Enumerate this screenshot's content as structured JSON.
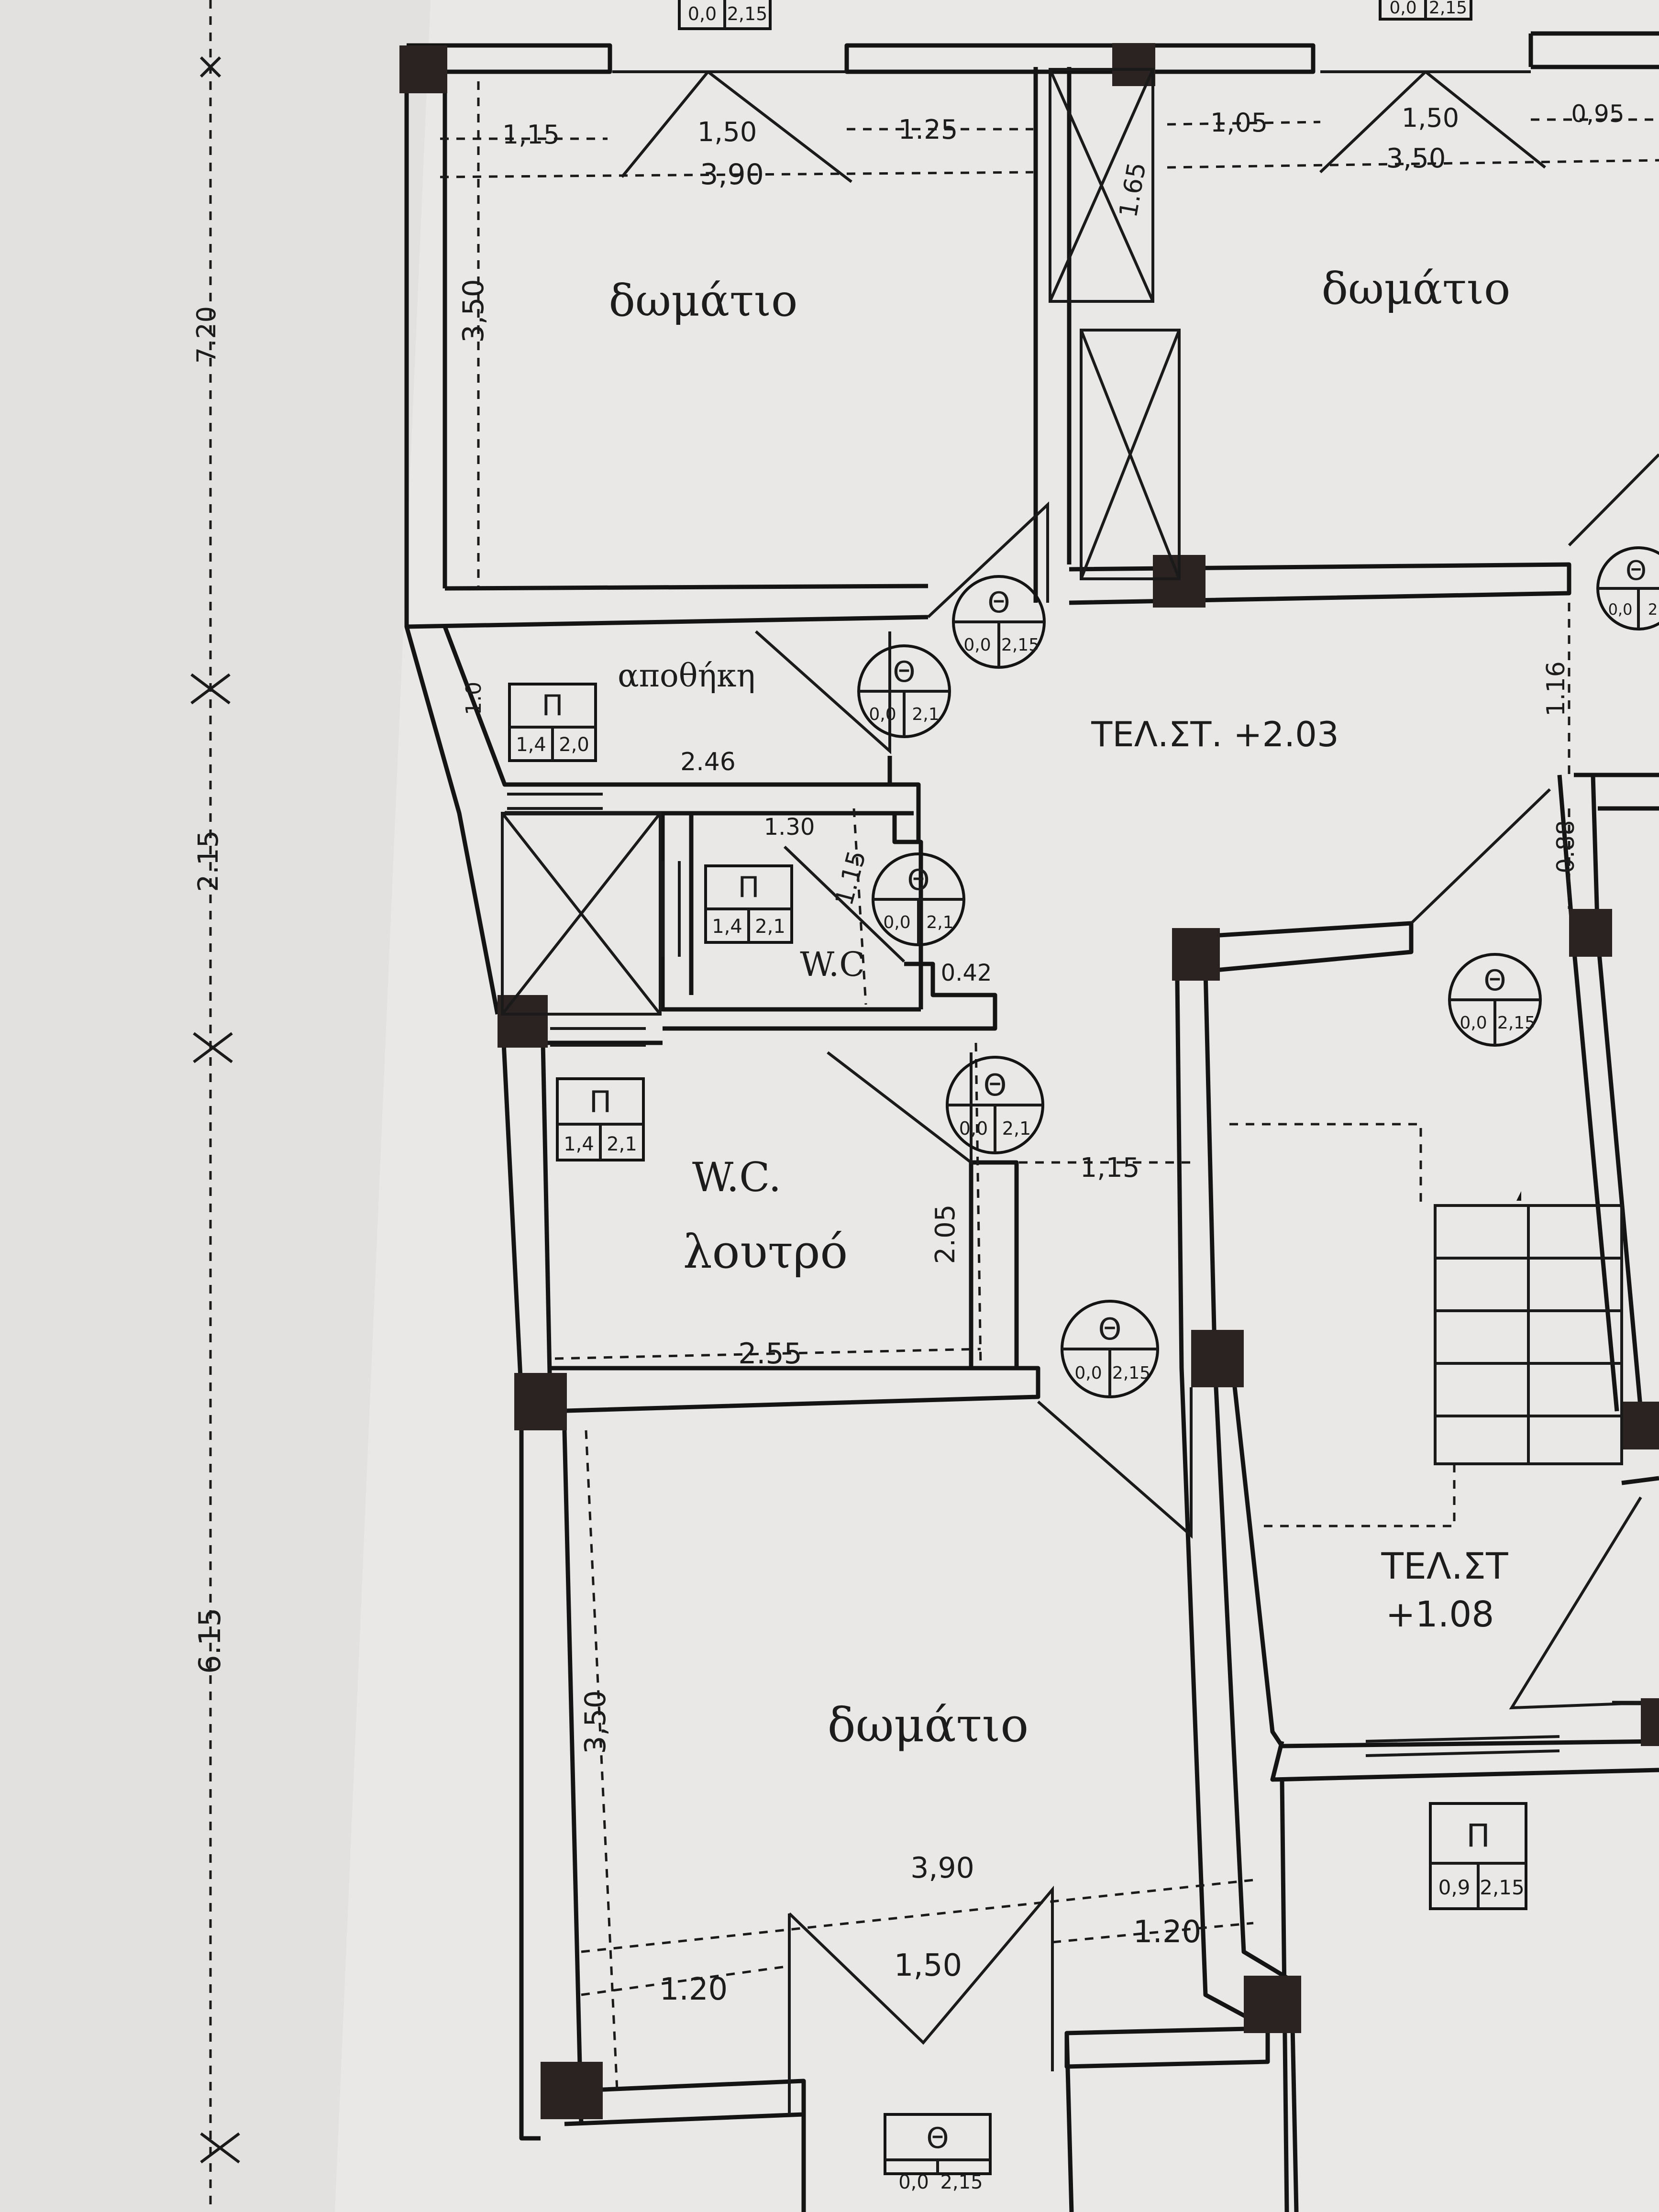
{
  "rooms": {
    "room_top_left": "δωμάτιο",
    "room_top_right": "δωμάτιο",
    "room_bottom": "δωμάτιο",
    "storage": "αποθήκη",
    "wc_small": "W.C",
    "wc_bath_line1": "W.C.",
    "wc_bath_line2": "λουτρό"
  },
  "levels": {
    "upper": "ΤΕΛ.ΣΤ. +2.03",
    "lower_line1": "ΤΕΛ.ΣΤ",
    "lower_line2": "+1.08"
  },
  "dimensions": {
    "d115_top": "1,15",
    "d150_top_left": "1,50",
    "d125_top": "1.25",
    "d390_top": "3,90",
    "d165": "1.65",
    "d105": "1,05",
    "d150_top_right": "1,50",
    "d095": "0,95",
    "d350_top_right": "3,50",
    "d350_left": "3,50",
    "d246": "2.46",
    "d130": "1.30",
    "d115_wc": "1.15",
    "d042": "0.42",
    "d10": "1.0",
    "d116": "1.16",
    "d088": "0.88",
    "d115_mid": "1,15",
    "d205": "2.05",
    "d255": "2.55",
    "d350_bottom": "3,50",
    "d390_bottom": "3,90",
    "d120_left": "1.20",
    "d150_bottom": "1,50",
    "d120_right": "1.20",
    "v720": "7.20",
    "v215": "2.15",
    "v615": "6.15"
  },
  "window_marks": [
    {
      "letter": "Θ",
      "a": "0,0",
      "b": "2,15"
    },
    {
      "letter": "Θ",
      "a": "0,0",
      "b": "2,1"
    },
    {
      "letter": "Θ",
      "a": "0,0",
      "b": "2,1"
    },
    {
      "letter": "Θ",
      "a": "0,0",
      "b": "2,1"
    },
    {
      "letter": "Θ",
      "a": "0,0",
      "b": "2,15"
    },
    {
      "letter": "Θ",
      "a": "0,0",
      "b": "2,15"
    },
    {
      "letter": "Θ",
      "a": "0,0",
      "b": "2"
    },
    {
      "letter": "Θ",
      "a": "0,0",
      "b": "2,15"
    }
  ],
  "door_marks": [
    {
      "letter": "Π",
      "a": "1,4",
      "b": "2,0"
    },
    {
      "letter": "Π",
      "a": "1,4",
      "b": "2,1"
    },
    {
      "letter": "Π",
      "a": "1,4",
      "b": "2,1"
    },
    {
      "letter": "Π",
      "a": "0,9",
      "b": "2,15"
    }
  ],
  "top_marks": [
    {
      "a": "0,0",
      "b": "2,15"
    },
    {
      "a": "0,0",
      "b": "2,15"
    }
  ],
  "colors": {
    "paper": "#e9e8e6",
    "ink": "#141414",
    "column": "#2a2322"
  }
}
